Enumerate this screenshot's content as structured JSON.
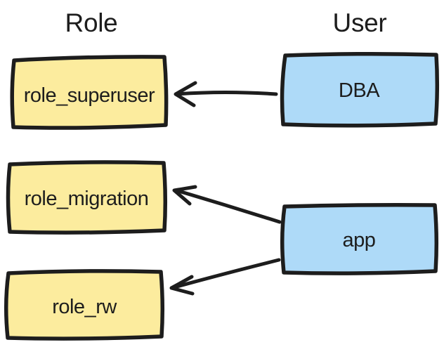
{
  "diagram": {
    "columns": {
      "role": {
        "title": "Role"
      },
      "user": {
        "title": "User"
      }
    },
    "roles": [
      {
        "label": "role_superuser"
      },
      {
        "label": "role_migration"
      },
      {
        "label": "role_rw"
      }
    ],
    "users": [
      {
        "label": "DBA"
      },
      {
        "label": "app"
      }
    ],
    "edges": [
      {
        "from": "DBA",
        "to": "role_superuser"
      },
      {
        "from": "app",
        "to": "role_migration"
      },
      {
        "from": "app",
        "to": "role_rw"
      }
    ],
    "colors": {
      "role_fill": "#fcec9e",
      "user_fill": "#aedaf8",
      "ink": "#1d1d1d",
      "background": "#ffffff"
    }
  }
}
